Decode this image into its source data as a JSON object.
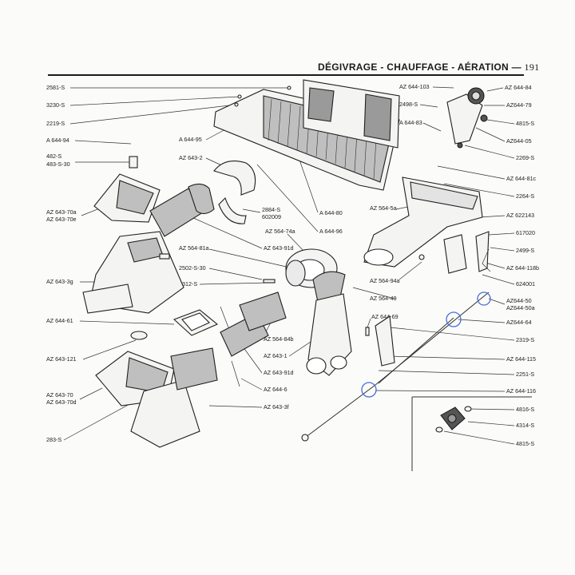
{
  "header": {
    "title": "DÉGIVRAGE - CHAUFFAGE - AÉRATION —",
    "page_number": "191"
  },
  "labels_left": [
    "2581-S",
    "3230-S",
    "2219-S",
    "A 644-94",
    "482-S",
    "483-S-30",
    "AZ 643-70a",
    "AZ 643-70e",
    "AZ 643-3g",
    "AZ 644-61",
    "AZ 643-121",
    "AZ 643-70",
    "AZ 643-70d",
    "283-S"
  ],
  "labels_center": [
    "A 644-95",
    "AZ 643-2",
    "2884-S",
    "602009",
    "A 644-80",
    "A 644-96",
    "AZ 564-74a",
    "AZ 643-91d",
    "AZ 564-81a",
    "2502-S-30",
    "2312-S",
    "AZ 564-5a",
    "AZ 564-94a",
    "AZ 564-49",
    "AZ 644-69",
    "AZ 564-84b",
    "AZ 643-1",
    "AZ 643-91d",
    "AZ 644-6",
    "AZ 643-3f"
  ],
  "labels_right": [
    "AZ 644-103",
    "2498-S",
    "A 644-83",
    "AZ 644-84",
    "AZ644-79",
    "4815-S",
    "AZ644-05",
    "2269-S",
    "AZ 644-81c",
    "2264-S",
    "AZ 622143",
    "617020",
    "2499-S",
    "AZ 644-118b",
    "624001",
    "AZ644-50",
    "AZ644-50a",
    "AZ644-64",
    "2319-S",
    "AZ 644-115",
    "2251-S",
    "AZ 644-116",
    "4816-S",
    "4314-S",
    "4815-S"
  ],
  "colors": {
    "ink": "#1f1f1f",
    "paper": "#fbfbfa",
    "highlight_circle": "#4a6fd6"
  }
}
